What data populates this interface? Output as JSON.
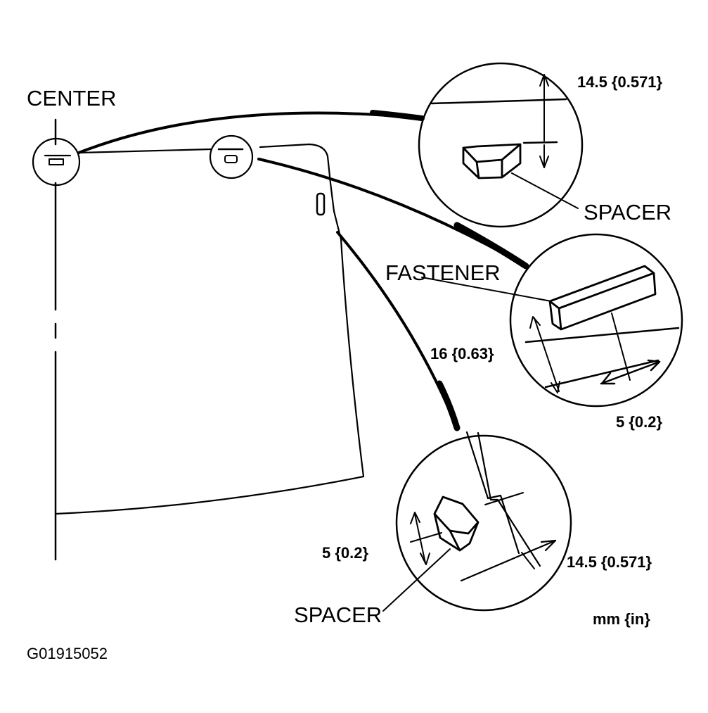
{
  "labels": {
    "center": "CENTER",
    "spacer_top": "SPACER",
    "fastener": "FASTENER",
    "spacer_bottom": "SPACER"
  },
  "dimensions": {
    "top_gap": "14.5 {0.571}",
    "fastener_height": "16 {0.63}",
    "fastener_offset": "5 {0.2}",
    "bottom_offset": "5 {0.2}",
    "bottom_gap": "14.5 {0.571}"
  },
  "units": "mm {in}",
  "figure_code": "G01915052"
}
